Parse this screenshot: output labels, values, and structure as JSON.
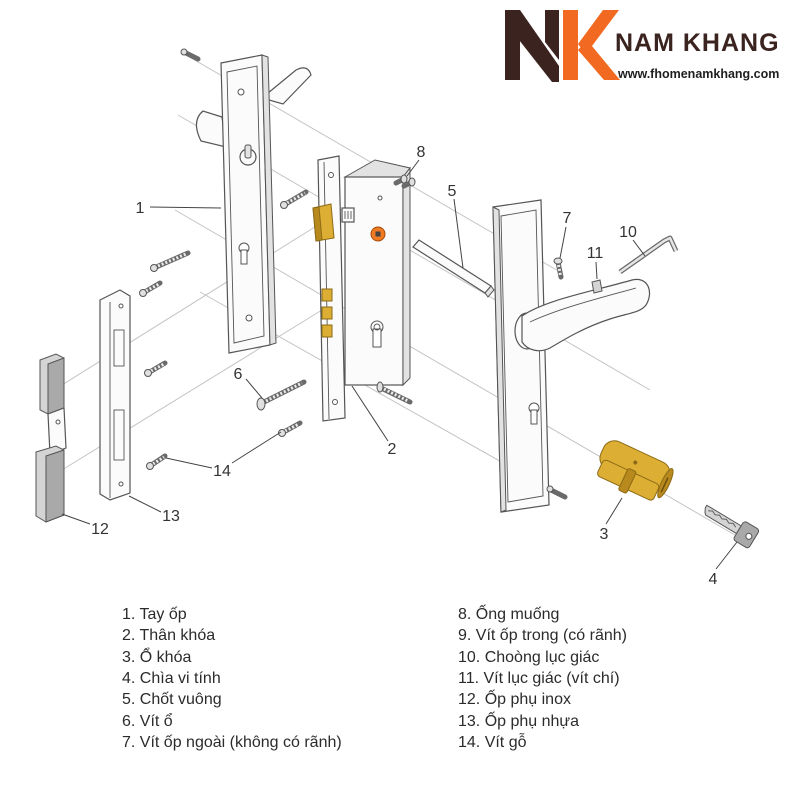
{
  "brand": {
    "logo_letters": "NK",
    "name": "NAM KHANG",
    "website": "www.fhomenamkhang.com",
    "colors": {
      "logo_dark": "#3b2420",
      "logo_accent": "#f26a21",
      "text": "#2b2b2b"
    }
  },
  "diagram": {
    "callouts": [
      "1",
      "2",
      "3",
      "4",
      "5",
      "6",
      "7",
      "8",
      "10",
      "11",
      "12",
      "13",
      "14"
    ],
    "colors": {
      "line": "#555555",
      "brass": "#dcae33",
      "hub": "#f07b22",
      "guide": "#c4c4c4"
    }
  },
  "legend": {
    "left": [
      "1. Tay ốp",
      "2. Thân khóa",
      "3. Ổ khóa",
      "4. Chìa vi tính",
      "5. Chốt vuông",
      "6. Vít ổ",
      "7. Vít ốp ngoài (không có rãnh)"
    ],
    "right": [
      "8. Ống muống",
      "9. Vít ốp trong (có rãnh)",
      "10. Choòng lục giác",
      "11. Vít lục giác (vít chí)",
      "12. Ốp phụ inox",
      "13. Ốp phụ nhựa",
      "14. Vít gỗ"
    ]
  }
}
